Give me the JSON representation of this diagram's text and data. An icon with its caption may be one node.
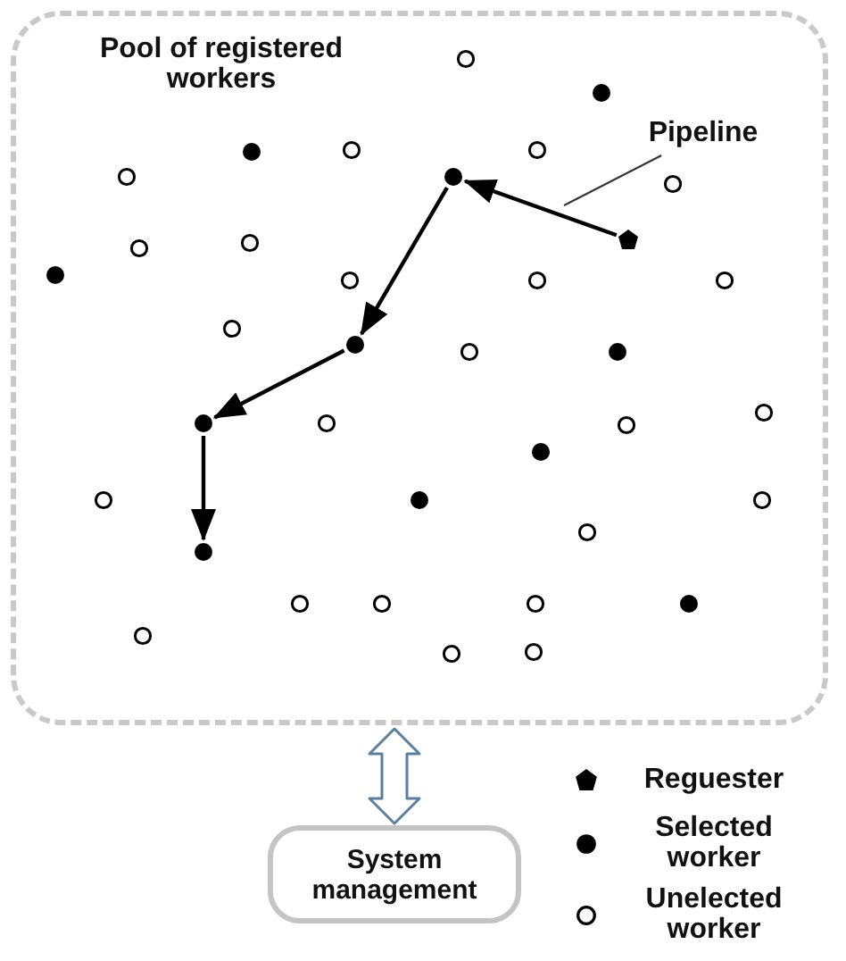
{
  "diagram": {
    "nodes": [
      {
        "text": [
          "Pool of registered workers"
        ]
      },
      {
        "text": [
          "Pipeline"
        ],
        "in": 0
      },
      {
        "text": [],
        "shape": "circle",
        "in": 0
      },
      {
        "text": [],
        "shape": "dot",
        "in": 0
      },
      {
        "text": [],
        "shape": "circle",
        "in": 0
      },
      {
        "text": [],
        "shape": "circle",
        "in": 0
      },
      {
        "text": [],
        "shape": "dot",
        "in": 0
      },
      {
        "text": [],
        "shape": "circle",
        "in": 0
      },
      {
        "text": [],
        "shape": "dot",
        "in": 0
      },
      {
        "text": [],
        "shape": "circle",
        "in": 0
      },
      {
        "text": [],
        "shape": "pentagon",
        "in": 0
      },
      {
        "text": [],
        "shape": "circle",
        "in": 0
      },
      {
        "text": [],
        "shape": "circle",
        "in": 0
      },
      {
        "text": [],
        "shape": "dot",
        "in": 0
      },
      {
        "text": [],
        "shape": "circle",
        "in": 0
      },
      {
        "text": [],
        "shape": "circle",
        "in": 0
      },
      {
        "text": [],
        "shape": "circle",
        "in": 0
      },
      {
        "text": [],
        "shape": "circle",
        "in": 0
      },
      {
        "text": [],
        "shape": "dot",
        "in": 0
      },
      {
        "text": [],
        "shape": "circle",
        "in": 0
      },
      {
        "text": [],
        "shape": "dot",
        "in": 0
      },
      {
        "text": [],
        "shape": "circle",
        "in": 0
      },
      {
        "text": [],
        "shape": "dot",
        "in": 0
      },
      {
        "text": [],
        "shape": "circle",
        "in": 0
      },
      {
        "text": [],
        "shape": "circle",
        "in": 0
      },
      {
        "text": [],
        "shape": "dot",
        "in": 0
      },
      {
        "text": [],
        "shape": "circle",
        "in": 0
      },
      {
        "text": [],
        "shape": "dot",
        "in": 0
      },
      {
        "text": [],
        "shape": "circle",
        "in": 0
      },
      {
        "text": [],
        "shape": "circle",
        "in": 0
      },
      {
        "text": [],
        "shape": "dot",
        "in": 0
      },
      {
        "text": [],
        "shape": "circle",
        "in": 0
      },
      {
        "text": [],
        "shape": "circle",
        "in": 0
      },
      {
        "text": [],
        "shape": "circle",
        "in": 0
      },
      {
        "text": [],
        "shape": "dot",
        "in": 0
      },
      {
        "text": [],
        "shape": "circle",
        "in": 0
      },
      {
        "text": [],
        "shape": "circle",
        "in": 0
      },
      {
        "text": [],
        "shape": "circle",
        "in": 0
      },
      {
        "text": [
          "System management"
        ]
      }
    ],
    "edges": [
      {
        "from": 10,
        "to": 8,
        "arrow": "to"
      },
      {
        "from": 8,
        "to": 18,
        "arrow": "to"
      },
      {
        "from": 18,
        "to": 22,
        "arrow": "to"
      },
      {
        "from": 22,
        "to": 30,
        "arrow": "to"
      },
      {
        "from": 1,
        "to": null,
        "arrow": "none"
      },
      {
        "from": 0,
        "to": 38,
        "arrow": "both",
        "style": "thick",
        "color": "#5a7fa3"
      }
    ],
    "legend": [
      {
        "text": "Reguester"
      },
      {
        "text": "Selected worker"
      },
      {
        "text": "Unelected worker"
      }
    ]
  }
}
